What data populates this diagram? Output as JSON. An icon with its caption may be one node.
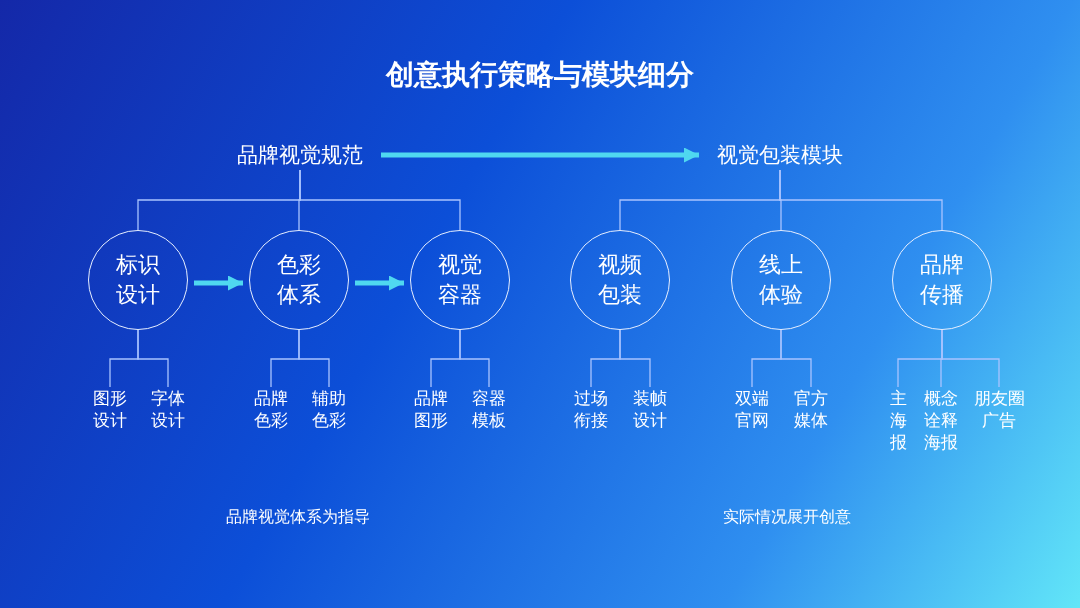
{
  "diagram": {
    "title": "创意执行策略与模块细分",
    "nodes": [
      {
        "text": [
          "品牌视觉规范"
        ]
      },
      {
        "text": [
          "视觉包装模块"
        ]
      },
      {
        "text": [
          "标识设计"
        ]
      },
      {
        "text": [
          "色彩体系"
        ]
      },
      {
        "text": [
          "视觉容器"
        ]
      },
      {
        "text": [
          "视频包装"
        ]
      },
      {
        "text": [
          "线上体验"
        ]
      },
      {
        "text": [
          "品牌传播"
        ]
      },
      {
        "text": [
          "图形设计"
        ]
      },
      {
        "text": [
          "字体设计"
        ]
      },
      {
        "text": [
          "品牌色彩"
        ]
      },
      {
        "text": [
          "辅助色彩"
        ]
      },
      {
        "text": [
          "品牌图形"
        ]
      },
      {
        "text": [
          "容器模板"
        ]
      },
      {
        "text": [
          "过场衔接"
        ]
      },
      {
        "text": [
          "装帧设计"
        ]
      },
      {
        "text": [
          "双端官网"
        ]
      },
      {
        "text": [
          "官方媒体"
        ]
      },
      {
        "text": [
          "主海报"
        ]
      },
      {
        "text": [
          "概念诠释海报"
        ]
      },
      {
        "text": [
          "朋友圈广告"
        ]
      }
    ],
    "edges": [
      {
        "from": 0,
        "to": 1,
        "arrow": "to",
        "style": "thick",
        "color": "#4fd8f0"
      },
      {
        "from": 0,
        "to": 2,
        "arrow": "none"
      },
      {
        "from": 0,
        "to": 3,
        "arrow": "none"
      },
      {
        "from": 0,
        "to": 4,
        "arrow": "none"
      },
      {
        "from": 1,
        "to": 5,
        "arrow": "none"
      },
      {
        "from": 1,
        "to": 6,
        "arrow": "none"
      },
      {
        "from": 1,
        "to": 7,
        "arrow": "none"
      },
      {
        "from": 2,
        "to": 3,
        "arrow": "to",
        "style": "thick",
        "color": "#4fd8f0"
      },
      {
        "from": 3,
        "to": 4,
        "arrow": "to",
        "style": "thick",
        "color": "#4fd8f0"
      },
      {
        "from": 2,
        "to": 8,
        "arrow": "none"
      },
      {
        "from": 2,
        "to": 9,
        "arrow": "none"
      },
      {
        "from": 3,
        "to": 10,
        "arrow": "none"
      },
      {
        "from": 3,
        "to": 11,
        "arrow": "none"
      },
      {
        "from": 4,
        "to": 12,
        "arrow": "none"
      },
      {
        "from": 4,
        "to": 13,
        "arrow": "none"
      },
      {
        "from": 5,
        "to": 14,
        "arrow": "none"
      },
      {
        "from": 5,
        "to": 15,
        "arrow": "none"
      },
      {
        "from": 6,
        "to": 16,
        "arrow": "none"
      },
      {
        "from": 6,
        "to": 17,
        "arrow": "none"
      },
      {
        "from": 7,
        "to": 18,
        "arrow": "none"
      },
      {
        "from": 7,
        "to": 19,
        "arrow": "none"
      },
      {
        "from": 7,
        "to": 20,
        "arrow": "none"
      }
    ],
    "labels": [
      "品牌视觉体系为指导",
      "实际情况展开创意"
    ]
  }
}
